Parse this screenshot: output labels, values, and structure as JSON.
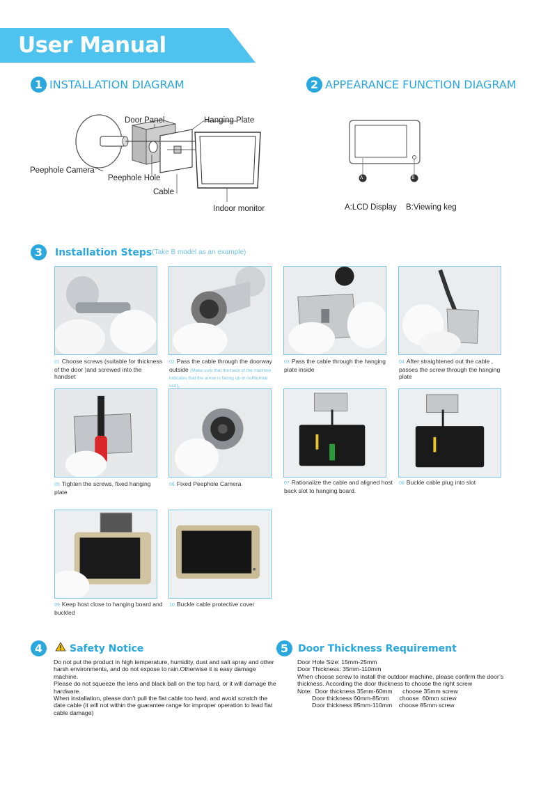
{
  "header": {
    "title": "User Manual"
  },
  "section1": {
    "number": "1",
    "title": "INSTALLATION DIAGRAM",
    "labels": {
      "door_panel": "Door Panel",
      "hanging_plate": "Hanging Plate",
      "peephole_camera": "Peephole Camera",
      "peephole_hole": "Peephole Hole",
      "cable": "Cable",
      "indoor_monitor": "Indoor monitor"
    }
  },
  "section2": {
    "number": "2",
    "title": "APPEARANCE FUNCTION DIAGRAM",
    "marker_a": "A",
    "marker_b": "B",
    "label_a": "A:LCD Display",
    "label_b": "B:Viewing keg"
  },
  "section3": {
    "number": "3",
    "title": "Installation Steps",
    "subtitle": "(Take B model as an example)",
    "steps": [
      {
        "num": "01",
        "text": "Choose screws (suitable for thickness of the door )and screwed into the handset",
        "note": ""
      },
      {
        "num": "02",
        "text": "Pass the cable through the doorway outside",
        "note": "(Make sure that the back of the machine indicates that the arrow is facing up or notNormal use)。"
      },
      {
        "num": "03",
        "text": "Pass the cable through the hanging plate inside",
        "note": ""
      },
      {
        "num": "04",
        "text": "After straightened out the cable , passes the screw  through the hanging plate",
        "note": ""
      },
      {
        "num": "05",
        "text": "Tighten the screws, fixed hanging plate",
        "note": ""
      },
      {
        "num": "06",
        "text": "Fixed Peephole Camera",
        "note": ""
      },
      {
        "num": "07",
        "text": "Rationalize the cable and aligned host back slot to hanging board.",
        "note": ""
      },
      {
        "num": "08",
        "text": "Buckle cable plug into slot",
        "note": ""
      },
      {
        "num": "09",
        "text": "Keep host close to hanging board and buckled",
        "note": ""
      },
      {
        "num": "10",
        "text": "Buckle cable protective cover",
        "note": ""
      }
    ]
  },
  "section4": {
    "number": "4",
    "title": "Safety Notice",
    "paragraphs": [
      "Do not put the product in high temperature, humidity, dust and salt spray and other harsh environments, and do not expose to rain.Otherwise it is easy damage machine.",
      "Please do not squeeze the lens and black ball on the top hard, or it will damage the hardware.",
      "When installation, please don’t pull the flat cable too hard, and avoid scratch the date cable (it will not within the guarantee range for improper operation to lead flat cable damage)"
    ]
  },
  "section5": {
    "number": "5",
    "title": "Door Thickness Requirement",
    "lines": [
      "Door Hole Size: 15mm-25mm",
      "Door Thickness: 35mm-110mm",
      "When choose screw to install the outdoor machine, please confirm the door’s thickness. According the door thickness to choose the right screw",
      "Note:  Door thickness 35mm-60mm      choose 35mm screw",
      "Door thickness 60mm-85mm      choose  60mm screw",
      "Door thickness 85mm-110mm    choose 85mm screw"
    ]
  },
  "colors": {
    "accent": "#29a8e0",
    "accent_light": "#6fc3e8",
    "frame": "#7fc6e6"
  }
}
